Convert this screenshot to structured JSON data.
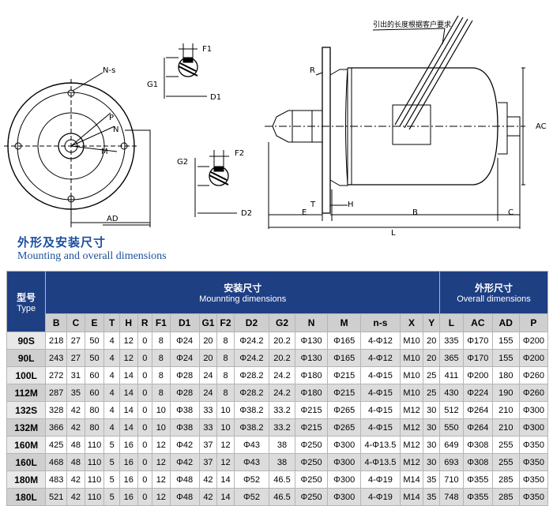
{
  "drawing": {
    "note": "引出的长度根据客户要求",
    "labels": [
      "N-s",
      "P",
      "N",
      "M",
      "AD",
      "F1",
      "G1",
      "D1",
      "F2",
      "G2",
      "D2",
      "R",
      "AC",
      "E",
      "T",
      "H",
      "B",
      "C",
      "L"
    ]
  },
  "section": {
    "title_cn": "外形及安装尺寸",
    "title_en": "Mounting and overall dimensions"
  },
  "table": {
    "type_header_cn": "型号",
    "type_header_en": "Type",
    "mounting_cn": "安装尺寸",
    "mounting_en": "Mounnting dimensions",
    "overall_cn": "外形尺寸",
    "overall_en": "Overall dimensions",
    "columns": [
      "B",
      "C",
      "E",
      "T",
      "H",
      "R",
      "F1",
      "D1",
      "G1",
      "F2",
      "D2",
      "G2",
      "N",
      "M",
      "n-s",
      "X",
      "Y",
      "L",
      "AC",
      "AD",
      "P"
    ],
    "rows": [
      [
        "90S",
        "218",
        "27",
        "50",
        "4",
        "12",
        "0",
        "8",
        "Φ24",
        "20",
        "8",
        "Φ24.2",
        "20.2",
        "Φ130",
        "Φ165",
        "4-Φ12",
        "M10",
        "20",
        "335",
        "Φ170",
        "155",
        "Φ200"
      ],
      [
        "90L",
        "243",
        "27",
        "50",
        "4",
        "12",
        "0",
        "8",
        "Φ24",
        "20",
        "8",
        "Φ24.2",
        "20.2",
        "Φ130",
        "Φ165",
        "4-Φ12",
        "M10",
        "20",
        "365",
        "Φ170",
        "155",
        "Φ200"
      ],
      [
        "100L",
        "272",
        "31",
        "60",
        "4",
        "14",
        "0",
        "8",
        "Φ28",
        "24",
        "8",
        "Φ28.2",
        "24.2",
        "Φ180",
        "Φ215",
        "4-Φ15",
        "M10",
        "25",
        "411",
        "Φ200",
        "180",
        "Φ260"
      ],
      [
        "112M",
        "287",
        "35",
        "60",
        "4",
        "14",
        "0",
        "8",
        "Φ28",
        "24",
        "8",
        "Φ28.2",
        "24.2",
        "Φ180",
        "Φ215",
        "4-Φ15",
        "M10",
        "25",
        "430",
        "Φ224",
        "190",
        "Φ260"
      ],
      [
        "132S",
        "328",
        "42",
        "80",
        "4",
        "14",
        "0",
        "10",
        "Φ38",
        "33",
        "10",
        "Φ38.2",
        "33.2",
        "Φ215",
        "Φ265",
        "4-Φ15",
        "M12",
        "30",
        "512",
        "Φ264",
        "210",
        "Φ300"
      ],
      [
        "132M",
        "366",
        "42",
        "80",
        "4",
        "14",
        "0",
        "10",
        "Φ38",
        "33",
        "10",
        "Φ38.2",
        "33.2",
        "Φ215",
        "Φ265",
        "4-Φ15",
        "M12",
        "30",
        "550",
        "Φ264",
        "210",
        "Φ300"
      ],
      [
        "160M",
        "425",
        "48",
        "110",
        "5",
        "16",
        "0",
        "12",
        "Φ42",
        "37",
        "12",
        "Φ43",
        "38",
        "Φ250",
        "Φ300",
        "4-Φ13.5",
        "M12",
        "30",
        "649",
        "Φ308",
        "255",
        "Φ350"
      ],
      [
        "160L",
        "468",
        "48",
        "110",
        "5",
        "16",
        "0",
        "12",
        "Φ42",
        "37",
        "12",
        "Φ43",
        "38",
        "Φ250",
        "Φ300",
        "4-Φ13.5",
        "M12",
        "30",
        "693",
        "Φ308",
        "255",
        "Φ350"
      ],
      [
        "180M",
        "483",
        "42",
        "110",
        "5",
        "16",
        "0",
        "12",
        "Φ48",
        "42",
        "14",
        "Φ52",
        "46.5",
        "Φ250",
        "Φ300",
        "4-Φ19",
        "M14",
        "35",
        "710",
        "Φ355",
        "285",
        "Φ350"
      ],
      [
        "180L",
        "521",
        "42",
        "110",
        "5",
        "16",
        "0",
        "12",
        "Φ48",
        "42",
        "14",
        "Φ52",
        "46.5",
        "Φ250",
        "Φ300",
        "4-Φ19",
        "M14",
        "35",
        "748",
        "Φ355",
        "285",
        "Φ350"
      ]
    ]
  }
}
